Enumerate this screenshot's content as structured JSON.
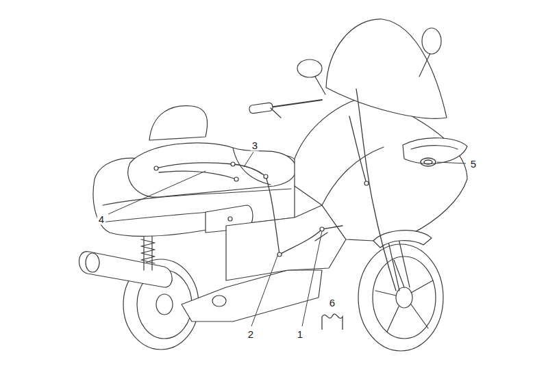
{
  "diagram": {
    "labels": [
      "3",
      "5",
      "4",
      "2",
      "1",
      "6"
    ]
  }
}
